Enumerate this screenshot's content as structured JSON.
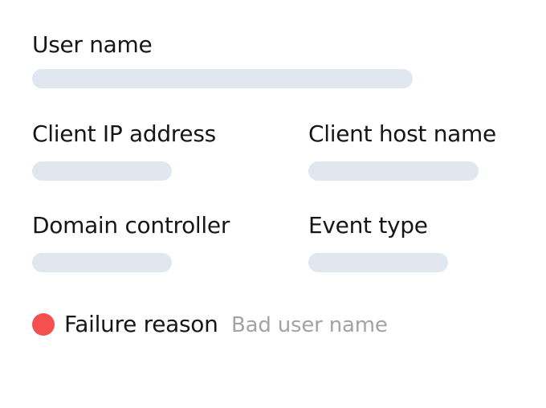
{
  "fields": {
    "user_name": {
      "label": "User name"
    },
    "client_ip": {
      "label": "Client IP address"
    },
    "client_host": {
      "label": "Client host name"
    },
    "domain_controller": {
      "label": "Domain controller"
    },
    "event_type": {
      "label": "Event type"
    }
  },
  "failure": {
    "label": "Failure reason",
    "value": "Bad user name",
    "status_color": "#f55050",
    "status_icon": "status-dot-icon"
  },
  "colors": {
    "placeholder_bar": "#e1e7ef",
    "label_text": "#161616",
    "value_text": "#a3a3a3"
  }
}
